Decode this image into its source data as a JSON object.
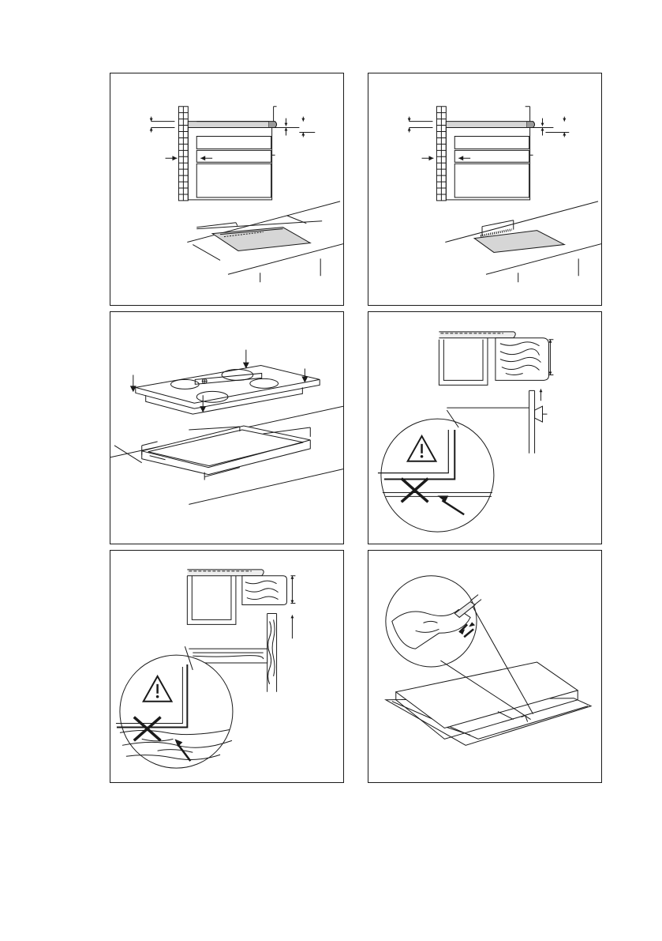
{
  "page": {
    "background": "#ffffff"
  },
  "colors": {
    "line": "#1a1a1a",
    "panel_border": "#1a1a1a",
    "fill_grey": "#d6d6d6",
    "fill_light": "#eeeeee",
    "seal_grey": "#9a9a9a"
  },
  "panels": [
    {
      "id": "a",
      "subject": "cabinet-cross-section-with-cutout"
    },
    {
      "id": "b",
      "subject": "cabinet-cross-section-with-drawer-cutout"
    },
    {
      "id": "c",
      "subject": "hob-lowered-into-worktop"
    },
    {
      "id": "d",
      "subject": "front-edge-with-cabinet-door-warning"
    },
    {
      "id": "e",
      "subject": "front-edge-with-shelf-warning"
    },
    {
      "id": "f",
      "subject": "seal-strip-application"
    }
  ],
  "icons": [
    "warning-triangle-icon",
    "cross-icon",
    "arrow-icon"
  ]
}
